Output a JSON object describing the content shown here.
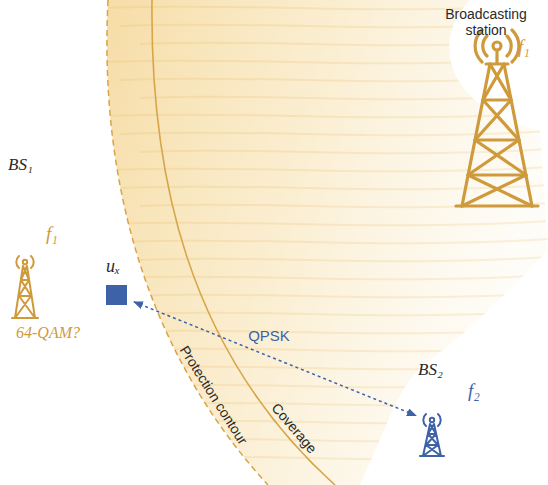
{
  "diagram": {
    "nodes": [
      {
        "text": [
          "Broadcasting station",
          "f₁"
        ]
      },
      {
        "text": [
          "BS₁",
          "f₁"
        ]
      },
      {
        "text": [
          "uₓ"
        ]
      },
      {
        "text": [
          "BS₂",
          "f₂"
        ]
      }
    ],
    "edges": [
      {
        "from": 2,
        "to": 3,
        "arrow": "both",
        "label": "QPSK"
      }
    ],
    "labels": [
      "64-QAM?",
      "Protection contour",
      "Coverage"
    ]
  }
}
